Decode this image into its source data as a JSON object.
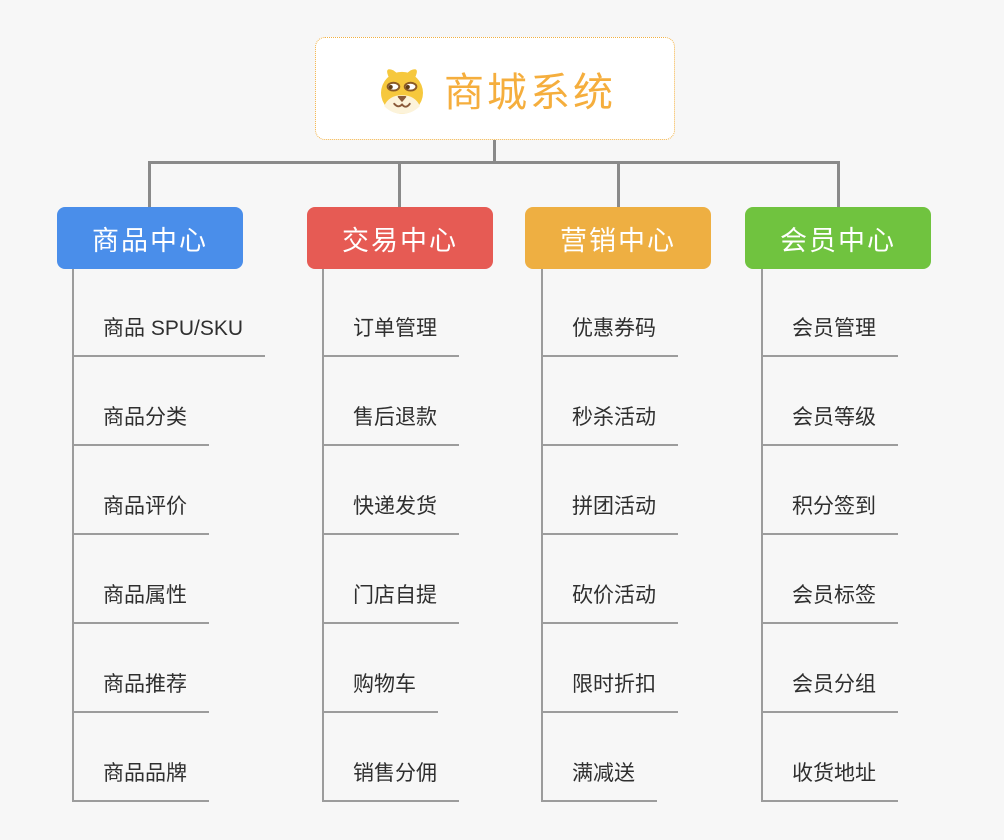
{
  "page": {
    "background": "#f7f7f7",
    "connector_color": "#8a8a8a",
    "child_line_color": "#9c9c9c"
  },
  "root": {
    "title": "商城系统",
    "icon": "shiba-dog-icon",
    "text_color": "#f5ae3d",
    "border_color": "#f2b143"
  },
  "branches": [
    {
      "label": "商品中心",
      "color": "#4a8eea",
      "children": [
        "商品 SPU/SKU",
        "商品分类",
        "商品评价",
        "商品属性",
        "商品推荐",
        "商品品牌"
      ]
    },
    {
      "label": "交易中心",
      "color": "#e65b54",
      "children": [
        "订单管理",
        "售后退款",
        "快递发货",
        "门店自提",
        "购物车",
        "销售分佣"
      ]
    },
    {
      "label": "营销中心",
      "color": "#eeaf42",
      "children": [
        "优惠券码",
        "秒杀活动",
        "拼团活动",
        "砍价活动",
        "限时折扣",
        "满减送"
      ]
    },
    {
      "label": "会员中心",
      "color": "#70c33f",
      "children": [
        "会员管理",
        "会员等级",
        "积分签到",
        "会员标签",
        "会员分组",
        "收货地址"
      ]
    }
  ]
}
